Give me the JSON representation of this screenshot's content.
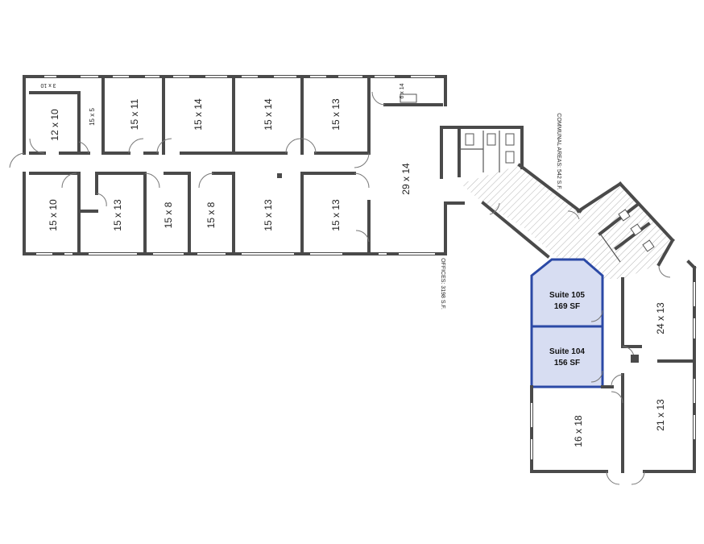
{
  "rooms": {
    "r_3x10": "3 x 10",
    "r_12x10": "12 x 10",
    "r_15x5": "15 x 5",
    "r_15x11": "15 x 11",
    "r_15x14_a": "15 x 14",
    "r_15x14_b": "15 x 14",
    "r_15x13_top": "15 x 13",
    "r_6x14": "6 x 14",
    "r_29x14": "29 x 14",
    "r_15x10": "15 x 10",
    "r_15x13_b": "15 x 13",
    "r_15x8_a": "15 x 8",
    "r_15x8_b": "15 x 8",
    "r_15x13_c": "15 x 13",
    "r_15x13_d": "15 x 13",
    "r_24x13": "24 x 13",
    "r_21x13": "21 x 13",
    "r_16x18": "16 x 18"
  },
  "areas": {
    "offices": "OFFICES: 3198 S.F.",
    "communal": "COMMUNAL AREAS: 542 S.F."
  },
  "suites": {
    "s105_name": "Suite 105",
    "s105_area": "169 SF",
    "s104_name": "Suite 104",
    "s104_area": "156 SF"
  },
  "colors": {
    "wall": "#4a4a4a",
    "suite_fill": "#d7ddf2",
    "suite_outline": "#2b49a6"
  }
}
